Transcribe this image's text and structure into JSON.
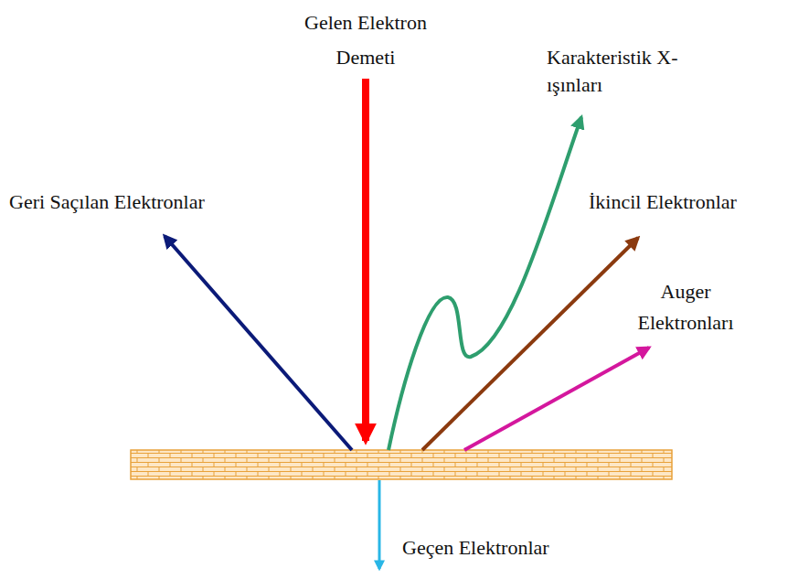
{
  "diagram": {
    "labels": [
      "Gelen Elektron Demeti",
      "Karakteristik X- ışınları",
      "Geri Saçılan Elektronlar",
      "İkincil Elektronlar",
      "Auger Elektronları",
      "Geçen Elektronlar"
    ]
  }
}
